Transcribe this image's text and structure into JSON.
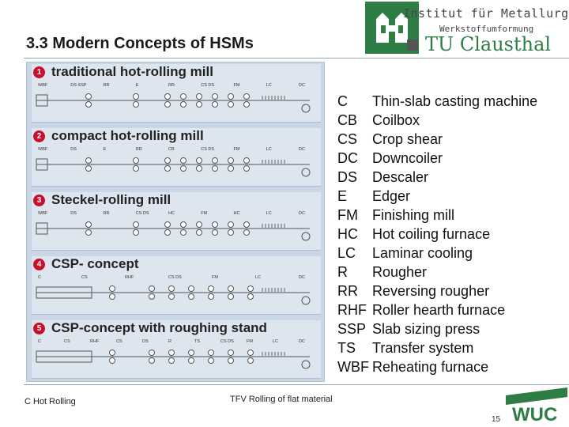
{
  "header": {
    "title": "3.3 Modern Concepts of HSMs",
    "institute": "Institut für Metallurg",
    "department": "Werkstoffumformung",
    "university": "TU Clausthal"
  },
  "figure": {
    "mills": [
      {
        "number": "1",
        "title": "traditional hot-rolling mill",
        "labels": [
          "WBF",
          "DS SSP",
          "RR",
          "E",
          "RR",
          "CS DS",
          "FM",
          "LC",
          "DC"
        ]
      },
      {
        "number": "2",
        "title": "compact hot-rolling mill",
        "labels": [
          "WBF",
          "DS",
          "E",
          "RR",
          "CB",
          "CS DS",
          "FM",
          "LC",
          "DC"
        ]
      },
      {
        "number": "3",
        "title": "Steckel-rolling mill",
        "labels": [
          "WBF",
          "DS",
          "RR",
          "CS DS",
          "HC",
          "FM",
          "HC",
          "LC",
          "DC"
        ]
      },
      {
        "number": "4",
        "title": "CSP- concept",
        "labels": [
          "C",
          "CS",
          "RHF",
          "CS DS",
          "FM",
          "LC",
          "DC"
        ]
      },
      {
        "number": "5",
        "title": "CSP-concept with roughing stand",
        "labels": [
          "C",
          "CS",
          "RHF",
          "CS",
          "DS",
          "R",
          "TS",
          "CS DS",
          "FM",
          "LC",
          "DC"
        ]
      }
    ]
  },
  "legend": [
    {
      "code": "C",
      "desc": "Thin-slab casting machine"
    },
    {
      "code": "CB",
      "desc": "Coilbox"
    },
    {
      "code": "CS",
      "desc": "Crop shear"
    },
    {
      "code": "DC",
      "desc": "Downcoiler"
    },
    {
      "code": "DS",
      "desc": "Descaler"
    },
    {
      "code": "E",
      "desc": "Edger"
    },
    {
      "code": "FM",
      "desc": "Finishing mill"
    },
    {
      "code": "HC",
      "desc": "Hot coiling furnace"
    },
    {
      "code": "LC",
      "desc": "Laminar cooling"
    },
    {
      "code": "R",
      "desc": "Rougher"
    },
    {
      "code": "RR",
      "desc": "Reversing rougher"
    },
    {
      "code": "RHF",
      "desc": "Roller hearth furnace"
    },
    {
      "code": "SSP",
      "desc": "Slab sizing press"
    },
    {
      "code": "TS",
      "desc": "Transfer system"
    },
    {
      "code": "WBF",
      "desc": "Reheating furnace"
    }
  ],
  "footer": {
    "left": "C Hot Rolling",
    "center": "TFV Rolling of flat material",
    "page": "15",
    "logo_text": "WUC"
  },
  "colors": {
    "brand_green": "#2e7d45",
    "number_badge": "#c8102e",
    "figure_bg": "#c9d6e6"
  }
}
